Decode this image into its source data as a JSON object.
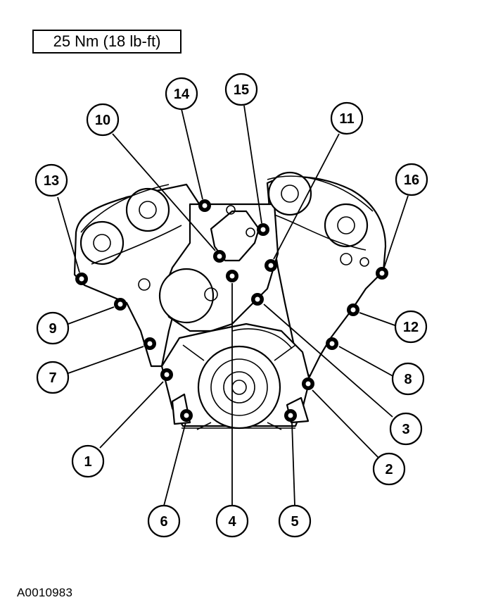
{
  "torque_spec": "25 Nm (18 lb-ft)",
  "figure_id": "A0010983",
  "callouts": [
    {
      "id": "c1",
      "label": "1"
    },
    {
      "id": "c2",
      "label": "2"
    },
    {
      "id": "c3",
      "label": "3"
    },
    {
      "id": "c4",
      "label": "4"
    },
    {
      "id": "c5",
      "label": "5"
    },
    {
      "id": "c6",
      "label": "6"
    },
    {
      "id": "c7",
      "label": "7"
    },
    {
      "id": "c8",
      "label": "8"
    },
    {
      "id": "c9",
      "label": "9"
    },
    {
      "id": "c10",
      "label": "10"
    },
    {
      "id": "c11",
      "label": "11"
    },
    {
      "id": "c12",
      "label": "12"
    },
    {
      "id": "c13",
      "label": "13"
    },
    {
      "id": "c14",
      "label": "14"
    },
    {
      "id": "c15",
      "label": "15"
    },
    {
      "id": "c16",
      "label": "16"
    }
  ]
}
